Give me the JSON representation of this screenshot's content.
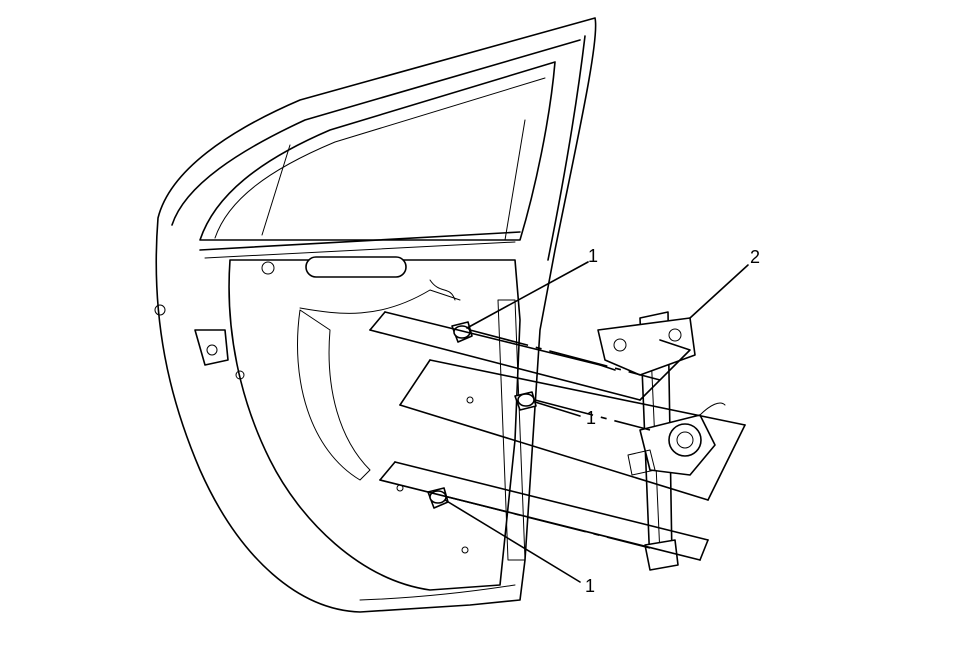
{
  "callouts": [
    {
      "id": "bolt-top",
      "label": "1"
    },
    {
      "id": "bolt-middle",
      "label": "1"
    },
    {
      "id": "bolt-bottom",
      "label": "1"
    },
    {
      "id": "regulator",
      "label": "2"
    }
  ],
  "colors": {
    "line": "#000000",
    "background": "#ffffff"
  }
}
